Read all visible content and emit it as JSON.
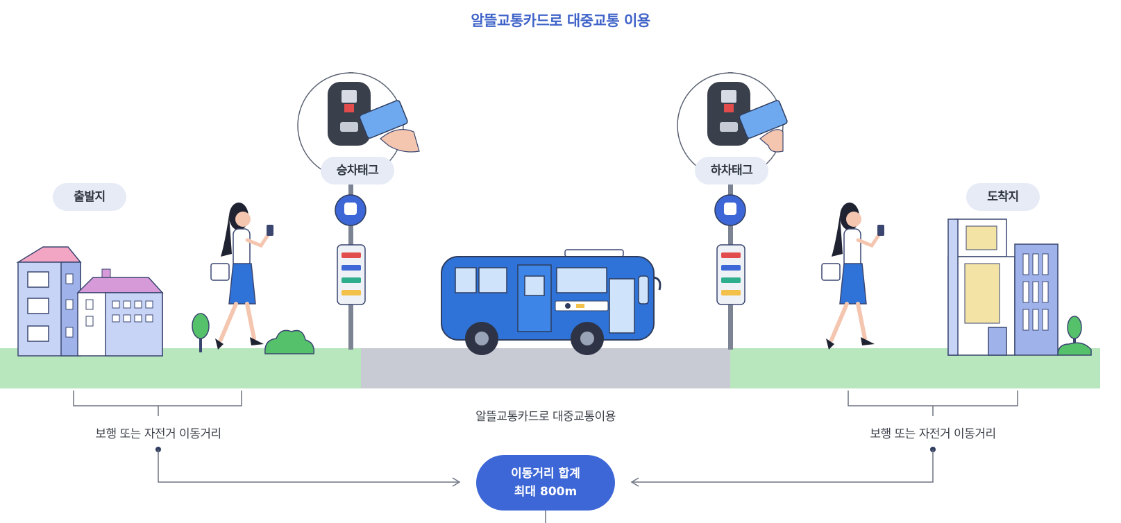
{
  "title": "알뜰교통카드로 대중교통 이용",
  "labels": {
    "origin": "출발지",
    "destination": "도착지",
    "board_tag": "승차태그",
    "alight_tag": "하차태그"
  },
  "captions": {
    "walk_left": "보행 또는 자전거 이동거리",
    "transit": "알뜰교통카드로 대중교통이용",
    "walk_right": "보행 또는 자전거 이동거리"
  },
  "total": {
    "line1": "이동거리 합계",
    "line2": "최대 800m"
  },
  "colors": {
    "accent": "#3d67d6",
    "ground": "#b8e6bd",
    "road": "#c8cbd4",
    "bus": "#2f73d8"
  }
}
